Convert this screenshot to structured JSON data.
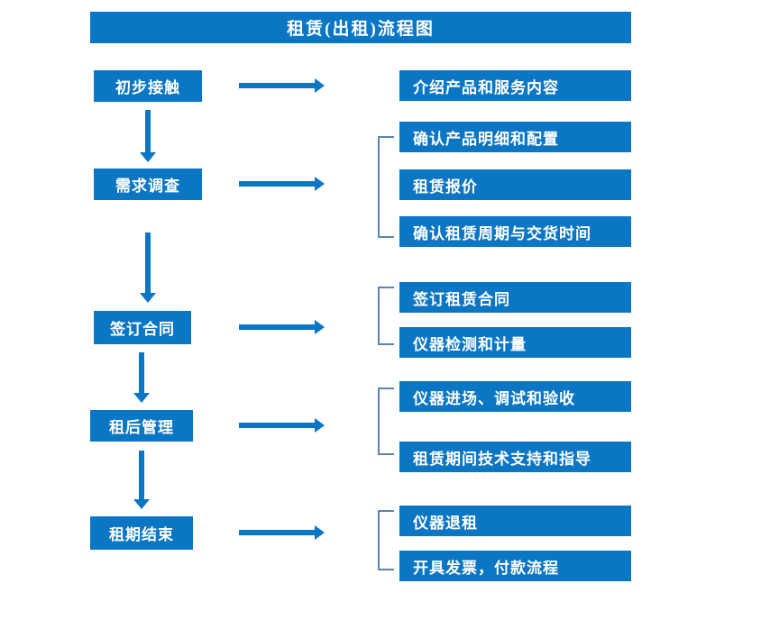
{
  "page": {
    "title": "租赁(出租)流程图",
    "colors": {
      "box_fill": "#0a76c4",
      "box_text": "#ffffff",
      "arrow": "#0a76c4",
      "bracket": "#5c85ad",
      "background": "#ffffff"
    }
  },
  "stages": [
    {
      "id": "initial-contact",
      "label": "初步接触"
    },
    {
      "id": "needs-survey",
      "label": "需求调查"
    },
    {
      "id": "sign-contract",
      "label": "签订合同"
    },
    {
      "id": "post-rent-mgmt",
      "label": "租后管理"
    },
    {
      "id": "rental-end",
      "label": "租期结束"
    }
  ],
  "details": [
    {
      "id": "d1",
      "label": "介绍产品和服务内容"
    },
    {
      "id": "d2",
      "label": "确认产品明细和配置"
    },
    {
      "id": "d3",
      "label": "租赁报价"
    },
    {
      "id": "d4",
      "label": "确认租赁周期与交货时间"
    },
    {
      "id": "d5",
      "label": "签订租赁合同"
    },
    {
      "id": "d6",
      "label": "仪器检测和计量"
    },
    {
      "id": "d7",
      "label": "仪器进场、调试和验收"
    },
    {
      "id": "d8",
      "label": "租赁期间技术支持和指导"
    },
    {
      "id": "d9",
      "label": "仪器退租"
    },
    {
      "id": "d10",
      "label": "开具发票，付款流程"
    }
  ],
  "connectors": {
    "horizontal_arrow_count": 5,
    "vertical_arrow_count": 4,
    "bracket_count": 4
  }
}
